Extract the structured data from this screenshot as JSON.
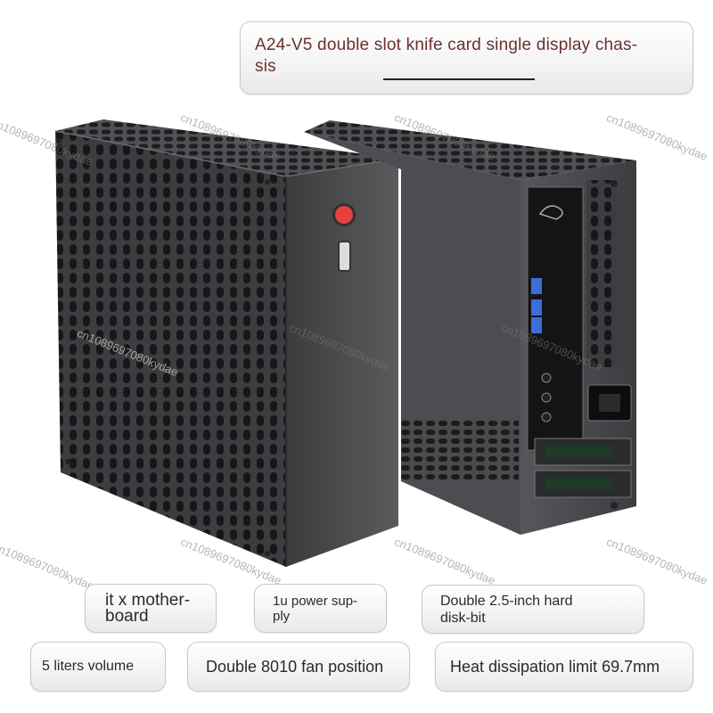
{
  "title": {
    "line1": "A24-V5 double slot knife card single display chas-",
    "line2": "sis"
  },
  "features": {
    "f1": {
      "line1": "it x mother-",
      "line2": "board"
    },
    "f2": {
      "line1": "1u power sup-",
      "line2": "ply"
    },
    "f3": {
      "line1": "Double 2.5-inch hard",
      "line2": "disk-bit"
    },
    "f4": "5 liters volume",
    "f5": "Double 8010 fan position",
    "f6": "Heat dissipation limit 69.7mm"
  },
  "watermark": "cn1089697080kydae",
  "colors": {
    "chassis": "#4a4b4d",
    "power_button": "#e3413f",
    "title_text": "#6b3030"
  }
}
